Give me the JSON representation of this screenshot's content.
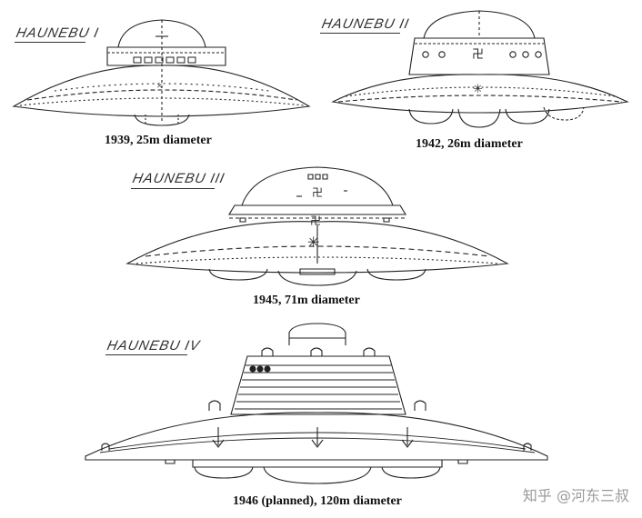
{
  "figures": [
    {
      "title": "HAUNEBU I",
      "caption": "1939, 25m diameter"
    },
    {
      "title": "HAUNEBU II",
      "caption": "1942, 26m diameter"
    },
    {
      "title": "HAUNEBU III",
      "caption": "1945, 71m diameter"
    },
    {
      "title": "HAUNEBU IV",
      "caption": "1946 (planned), 120m diameter"
    }
  ],
  "watermark": "知乎 @河东三叔",
  "colors": {
    "ink": "#1a1a1a",
    "background": "#ffffff",
    "watermark": "#9a9a9a"
  }
}
